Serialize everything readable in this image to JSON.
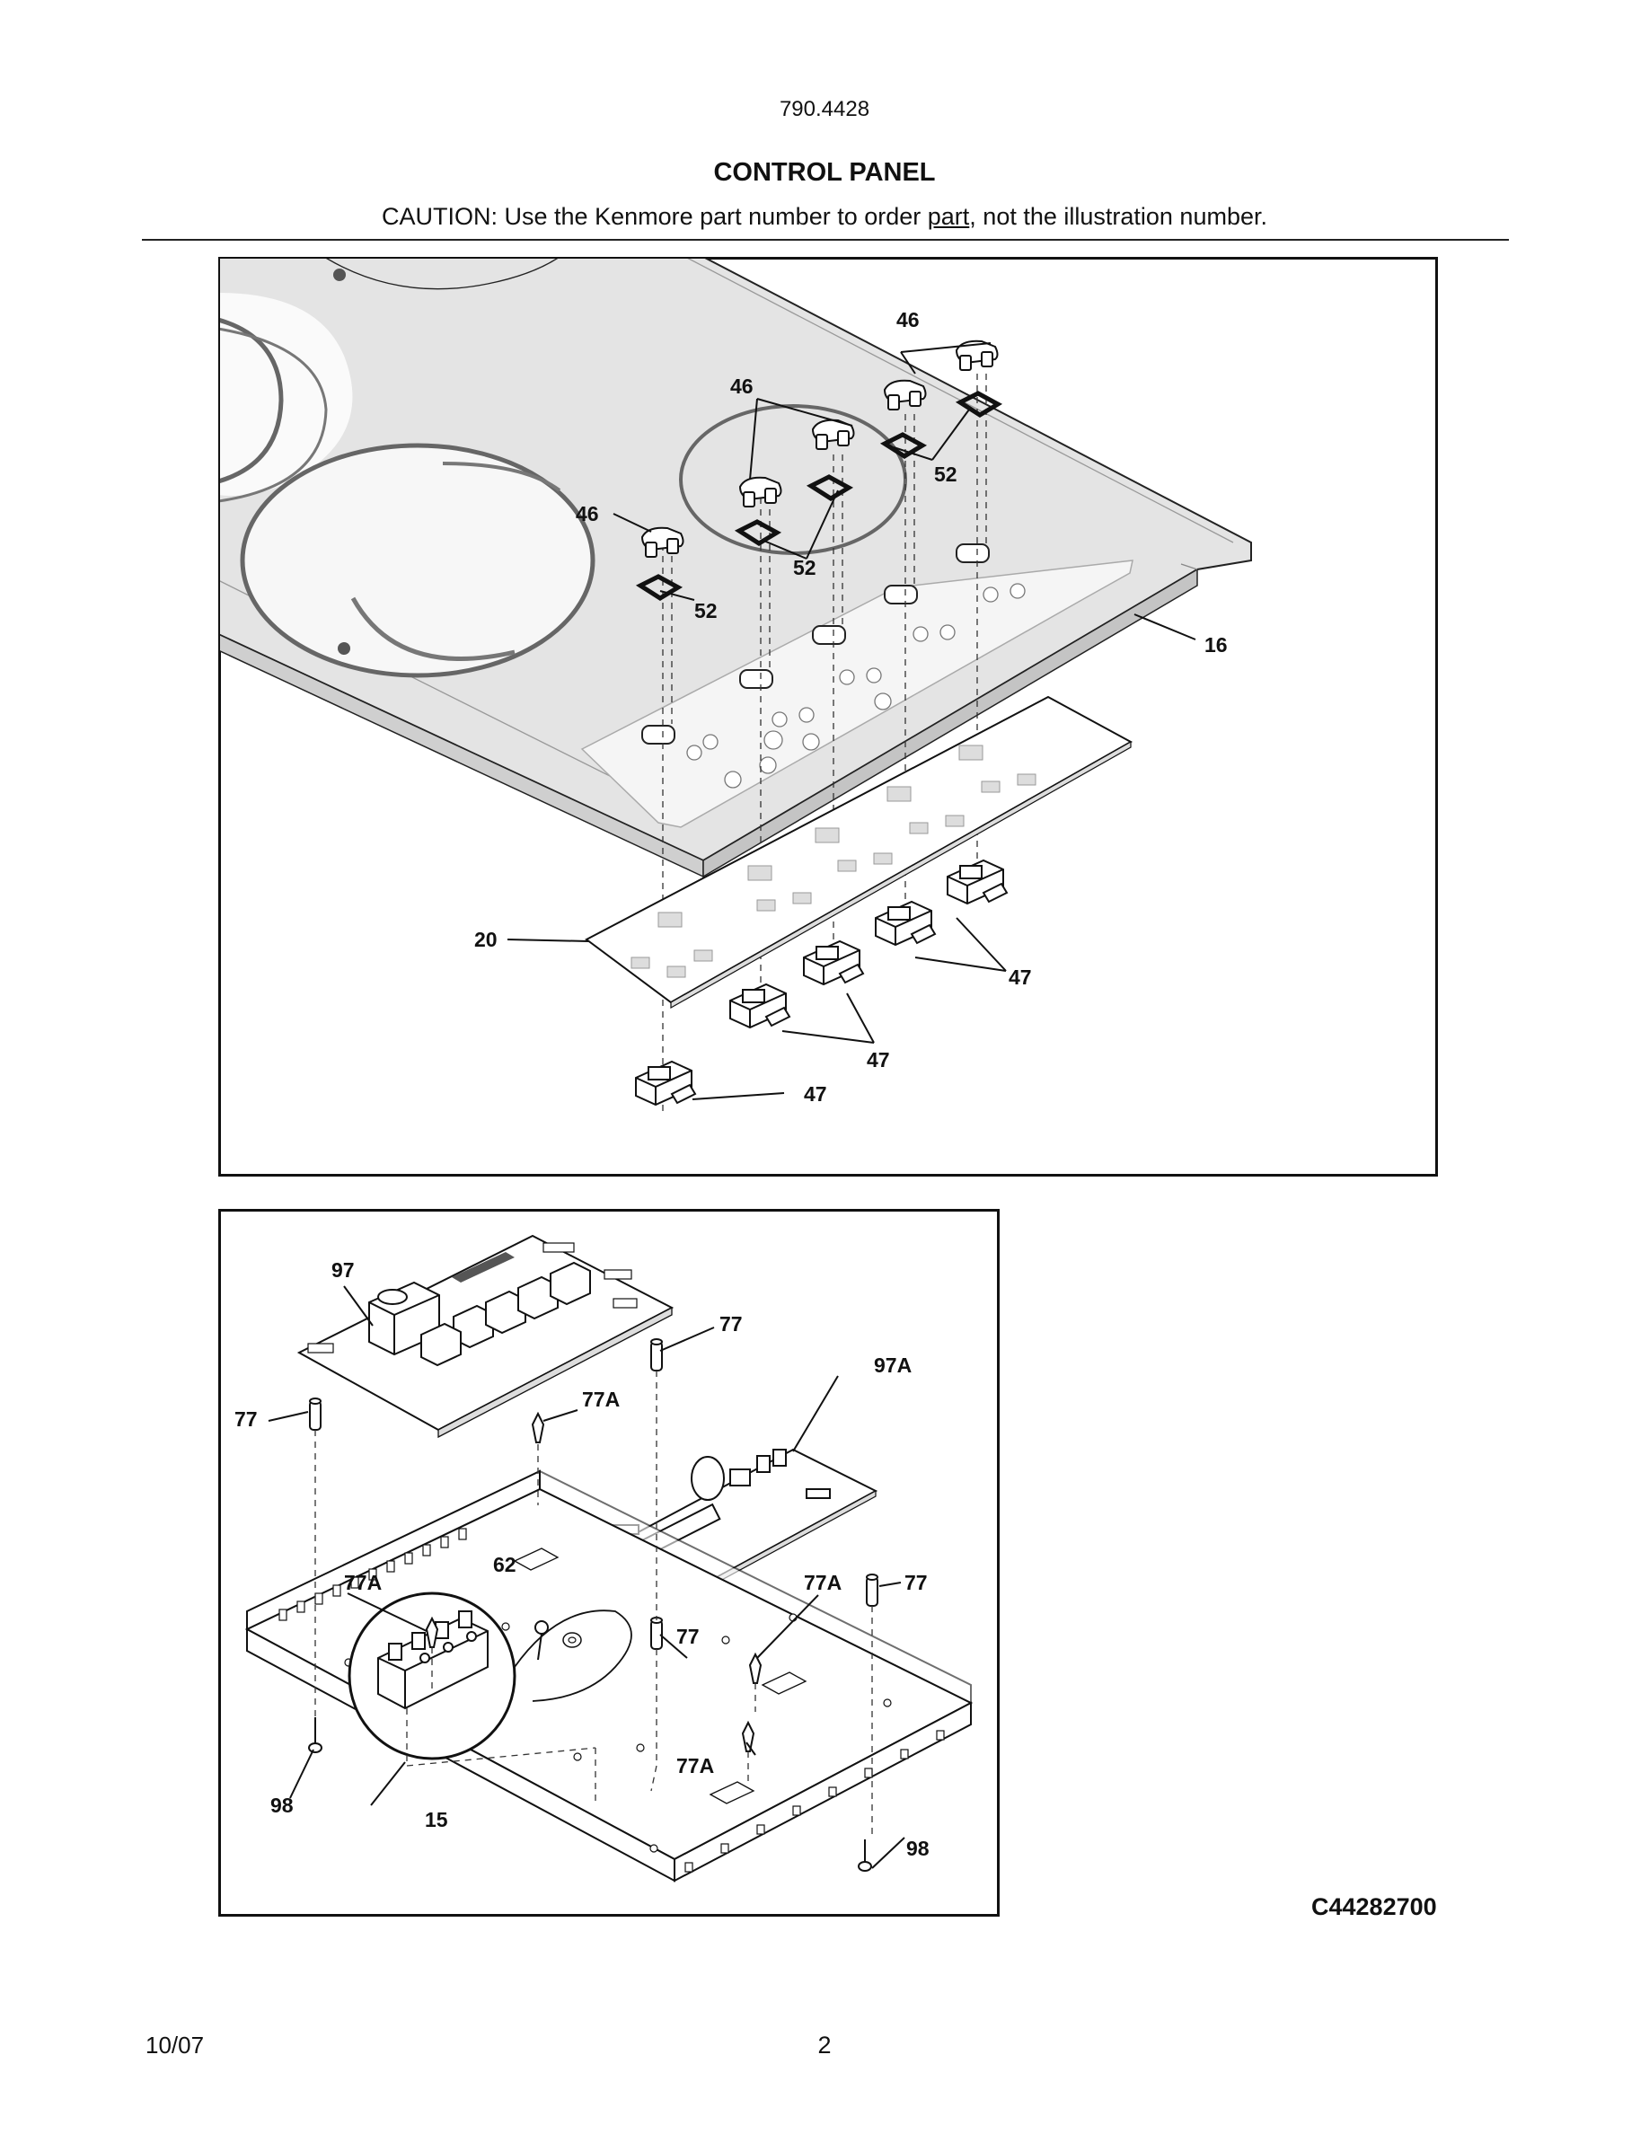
{
  "header": {
    "model": "790.4428",
    "title": "CONTROL PANEL",
    "caution_before": "CAUTION: Use the Kenmore part number to order ",
    "caution_link": "part",
    "caution_after": ", not the illustration number."
  },
  "top_diagram": {
    "callouts": {
      "c46a": "46",
      "c46b": "46",
      "c46c": "46",
      "c52a": "52",
      "c52b": "52",
      "c52c": "52",
      "c16": "16",
      "c20": "20",
      "c47a": "47",
      "c47b": "47",
      "c47c": "47"
    }
  },
  "bottom_diagram": {
    "callouts": {
      "c97": "97",
      "c97A": "97A",
      "c77a": "77",
      "c77b": "77",
      "c77c": "77",
      "c77d": "77",
      "c77Aa": "77A",
      "c77Ab": "77A",
      "c77Ac": "77A",
      "c77Ad": "77A",
      "c62": "62",
      "c98a": "98",
      "c98b": "98",
      "c15": "15"
    }
  },
  "footer": {
    "drawing_code": "C44282700",
    "date": "10/07",
    "page": "2"
  }
}
